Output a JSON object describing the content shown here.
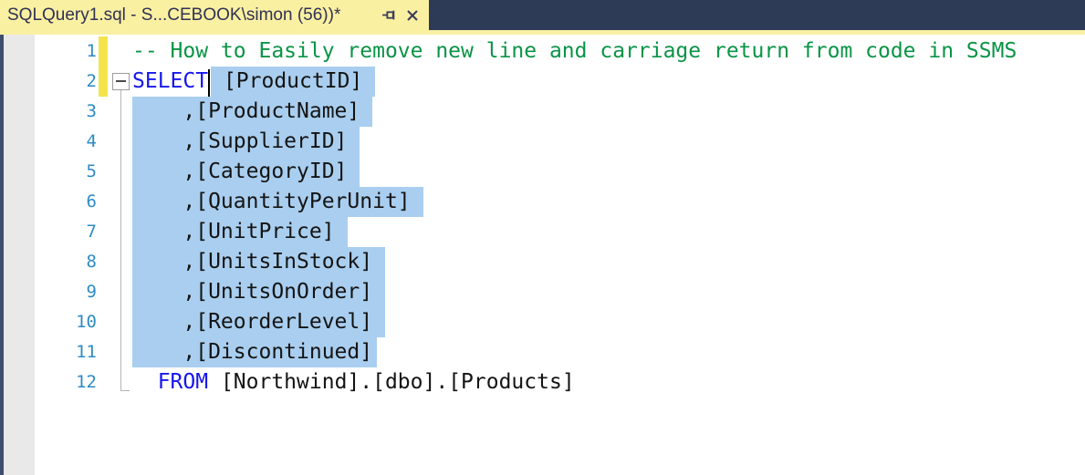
{
  "tab": {
    "title": "SQLQuery1.sql - S...CEBOOK\\simon (56))*",
    "pin_icon": "pin-unpinned",
    "close_icon": "close-x"
  },
  "editor": {
    "language": "sql",
    "lines": [
      {
        "num": "1",
        "changed": true,
        "segments": [
          {
            "t": "-- How to Easily remove new line and carriage return from code in SSMS",
            "c": "comment"
          }
        ]
      },
      {
        "num": "2",
        "changed": true,
        "fold_box": true,
        "segments": [
          {
            "t": "SELECT",
            "c": "keyword"
          },
          {
            "caret": true
          },
          {
            "t": " [ProductID]",
            "c": "plain",
            "sel": true
          }
        ],
        "trail": 14
      },
      {
        "num": "3",
        "segments": [
          {
            "t": "    ,[ProductName]",
            "c": "plain",
            "sel": true
          }
        ],
        "trail": 14
      },
      {
        "num": "4",
        "segments": [
          {
            "t": "    ,[SupplierID]",
            "c": "plain",
            "sel": true
          }
        ],
        "trail": 14
      },
      {
        "num": "5",
        "segments": [
          {
            "t": "    ,[CategoryID]",
            "c": "plain",
            "sel": true
          }
        ],
        "trail": 14
      },
      {
        "num": "6",
        "segments": [
          {
            "t": "    ,[QuantityPerUnit]",
            "c": "plain",
            "sel": true
          }
        ],
        "trail": 14
      },
      {
        "num": "7",
        "segments": [
          {
            "t": "    ,[UnitPrice]",
            "c": "plain",
            "sel": true
          }
        ],
        "trail": 14
      },
      {
        "num": "8",
        "segments": [
          {
            "t": "    ,[UnitsInStock]",
            "c": "plain",
            "sel": true
          }
        ],
        "trail": 14
      },
      {
        "num": "9",
        "segments": [
          {
            "t": "    ,[UnitsOnOrder]",
            "c": "plain",
            "sel": true
          }
        ],
        "trail": 14
      },
      {
        "num": "10",
        "segments": [
          {
            "t": "    ,[ReorderLevel]",
            "c": "plain",
            "sel": true
          }
        ],
        "trail": 14
      },
      {
        "num": "11",
        "segments": [
          {
            "t": "    ,[Discontinued]",
            "c": "plain",
            "sel": true
          }
        ],
        "trail": 5
      },
      {
        "num": "12",
        "segments": [
          {
            "t": "  ",
            "c": "plain"
          },
          {
            "t": "FROM",
            "c": "keyword"
          },
          {
            "t": " [Northwind].[dbo].[Products]",
            "c": "plain"
          }
        ]
      }
    ]
  },
  "colors": {
    "tab_strip_bg": "#2d3b57",
    "active_tab_bg": "#faf0a2",
    "tab_text": "#2f3153",
    "tab_icon": "#3a3c5a",
    "left_edge": "#3e4e6c",
    "glyph_margin": "#e9e9e9",
    "editor_bg": "#ffffff",
    "line_number": "#2e8bc5",
    "change_tracking_bar": "#f3e44c",
    "selection": "#a9ceef",
    "keyword": "#1616ec",
    "comment": "#0a9446",
    "plain_text": "#141414",
    "fold_guide": "#9c9c9c"
  }
}
